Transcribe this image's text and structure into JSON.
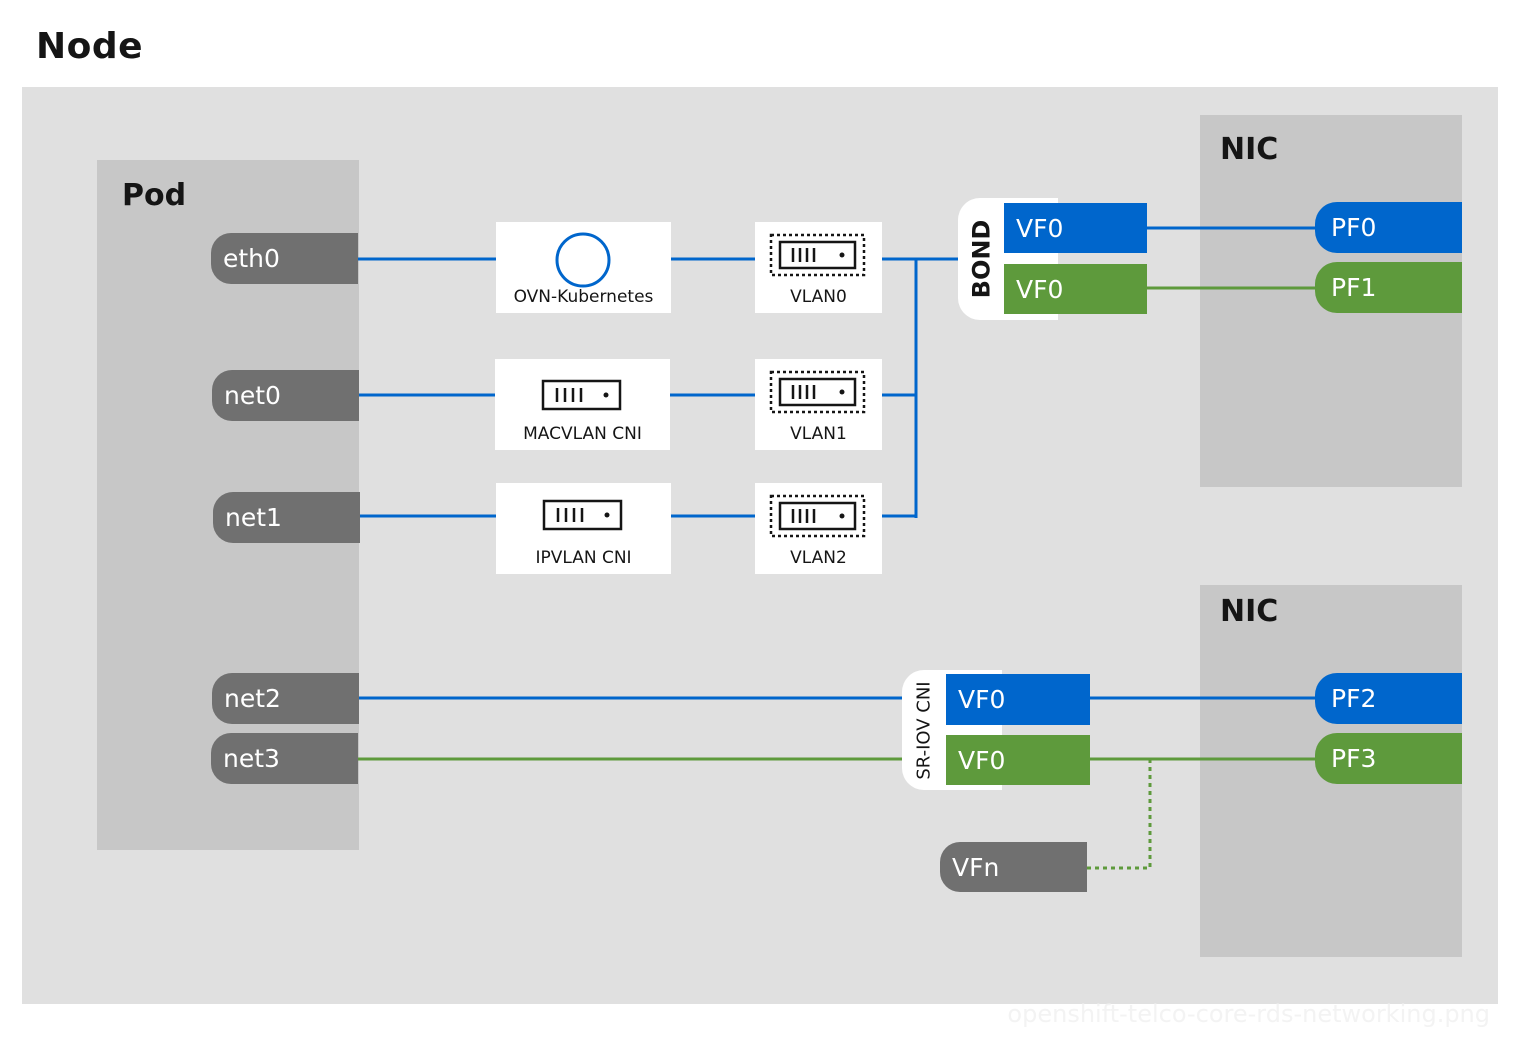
{
  "title": "Node",
  "pod": {
    "label": "Pod"
  },
  "nic_top": {
    "label": "NIC"
  },
  "nic_bottom": {
    "label": "NIC"
  },
  "interfaces": {
    "eth0": "eth0",
    "net0": "net0",
    "net1": "net1",
    "net2": "net2",
    "net3": "net3",
    "vfn": "VFn"
  },
  "cni": {
    "ovn": "OVN-Kubernetes",
    "macvlan": "MACVLAN CNI",
    "ipvlan": "IPVLAN CNI"
  },
  "vlans": {
    "vlan0": "VLAN0",
    "vlan1": "VLAN1",
    "vlan2": "VLAN2"
  },
  "bond": {
    "label": "BOND",
    "vf_blue": "VF0",
    "vf_green": "VF0"
  },
  "sriov": {
    "label": "SR-IOV CNI",
    "vf_blue": "VF0",
    "vf_green": "VF0"
  },
  "pfs": {
    "pf0": "PF0",
    "pf1": "PF1",
    "pf2": "PF2",
    "pf3": "PF3"
  },
  "watermark": "openshift-telco-core-rds-networking.png",
  "colors": {
    "blue": "#0066cc",
    "green": "#5e9a3c",
    "gray": "#707070",
    "node_bg": "#e0e0e0",
    "panel_bg": "#c7c7c7"
  },
  "icons": {
    "ovn": "circle-icon",
    "cni": "server-icon",
    "vlan": "server-dotted-icon"
  }
}
